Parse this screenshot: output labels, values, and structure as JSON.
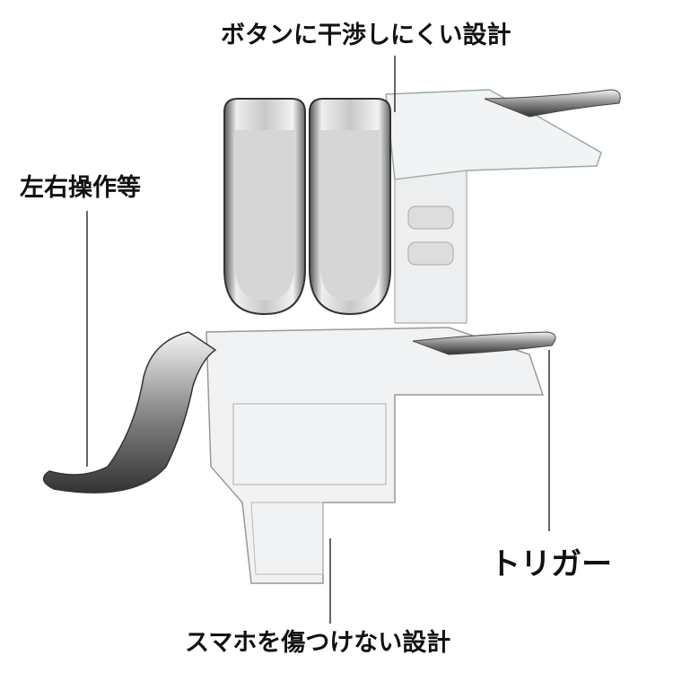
{
  "callouts": {
    "top": "ボタンに干渉しにくい設計",
    "left": "左右操作等",
    "right": "トリガー",
    "bottom": "スマホを傷つけない設計"
  },
  "colors": {
    "text": "#111111",
    "line": "#333333",
    "metal": "#9a9a9a",
    "clear": "#e8eaec"
  }
}
